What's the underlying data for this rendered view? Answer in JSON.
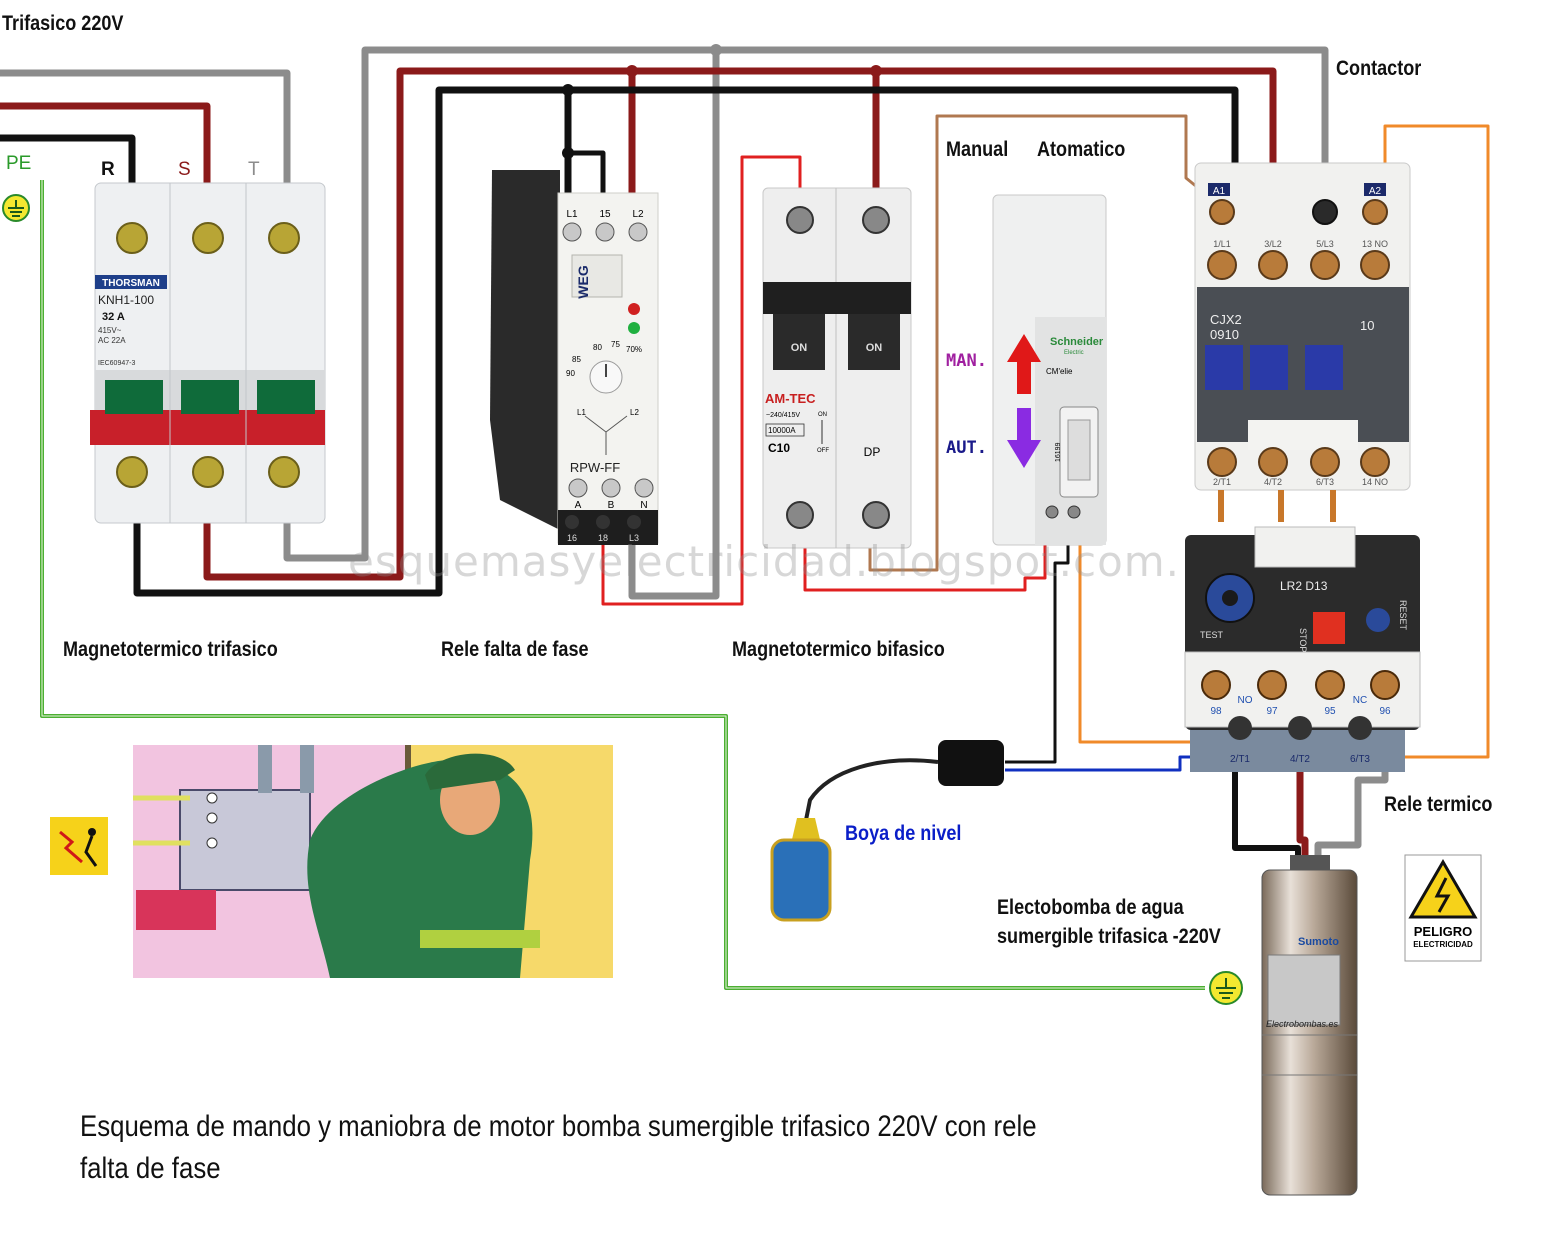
{
  "labels": {
    "supply": "Trifasico 220V",
    "pe": "PE",
    "r": "R",
    "s": "S",
    "t": "T",
    "contactor": "Contactor",
    "manual": "Manual",
    "automatic": "Atomatico",
    "man": "MAN.",
    "aut": "AUT.",
    "breaker3": "Magnetotermico trifasico",
    "phase_relay": "Rele falta de fase",
    "breaker2": "Magnetotermico bifasico",
    "thermal_relay": "Rele termico",
    "float": "Boya de nivel",
    "pump_line1": "Electobomba de agua",
    "pump_line2": "sumergible trifasica -220V",
    "title": "Esquema de mando y maniobra de motor bomba sumergible trifasico 220V con rele falta de fase",
    "watermark": "esquemasyelectricidad.blogspot.com."
  },
  "breaker3": {
    "brand": "THORSMAN",
    "model": "KNH1-100",
    "rating": "32 A",
    "spec1": "415V~",
    "spec2": "AC 22A",
    "std": "IEC60947-3"
  },
  "phase_relay": {
    "brand": "WEG",
    "model": "RPW-FF",
    "top_terms": [
      "L1",
      "15",
      "L2"
    ],
    "bottom_terms": [
      "A",
      "B",
      "N"
    ],
    "bottom_nums": [
      "16",
      "18",
      "L3"
    ],
    "dial": [
      "85",
      "80",
      "75",
      "70%",
      "90"
    ],
    "y_labels": [
      "L1",
      "L2"
    ]
  },
  "breaker2": {
    "brand": "AM-TEC",
    "spec": "~240/415V",
    "capacity": "10000A",
    "curve": "C10",
    "type": "DP",
    "on": "ON",
    "off": "OFF",
    "lever_label": "ON"
  },
  "selector": {
    "brand": "Schneider",
    "sub": "Electric",
    "model": "CM'elie",
    "code": "16199"
  },
  "contactor": {
    "model": "CJX2",
    "model2": "0910",
    "aux": "10",
    "coil": [
      "A1",
      "A2"
    ],
    "top_terms": [
      "1/L1",
      "3/L2",
      "5/L3",
      "13 NO"
    ],
    "bottom_terms": [
      "2/T1",
      "4/T2",
      "6/T3",
      "14 NO"
    ]
  },
  "thermal": {
    "model": "LR2 D13",
    "test": "TEST",
    "stop": "STOP",
    "reset": "RESET",
    "nc_no": [
      "NO",
      "NC"
    ],
    "terms": [
      "98",
      "97",
      "95",
      "96"
    ],
    "out_terms": [
      "2/T1",
      "4/T2",
      "6/T3"
    ]
  },
  "pump": {
    "brand": "Sumoto",
    "site": "Electrobombas.es"
  },
  "danger": {
    "word1": "PELIGRO",
    "word2": "ELECTRICIDAD"
  },
  "colors": {
    "black": "#111111",
    "red_phase": "#8b1a1a",
    "grey_phase": "#8c8c8c",
    "ctrl_red": "#e02020",
    "brown": "#b07850",
    "orange": "#f08a2a",
    "blue": "#1030c0",
    "earth_green": "#4caf32",
    "arrow_red": "#e01818",
    "arrow_purple": "#8a2be2",
    "label_float": "#0a1ec8",
    "label_man": "#a020a0",
    "label_aut": "#1a1a8a"
  }
}
